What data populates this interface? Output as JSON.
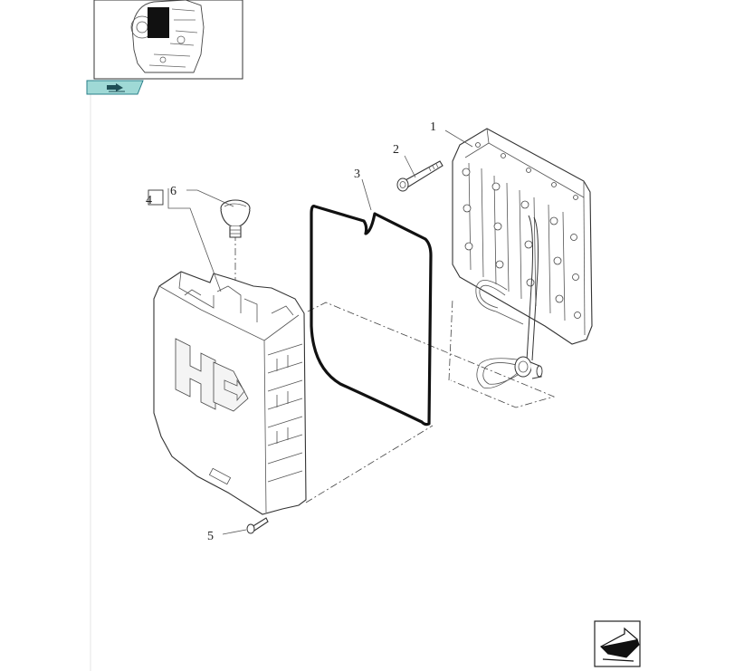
{
  "diagram": {
    "callouts": [
      {
        "id": "1",
        "label": "1"
      },
      {
        "id": "2",
        "label": "2"
      },
      {
        "id": "3",
        "label": "3"
      },
      {
        "id": "4",
        "label": "4"
      },
      {
        "id": "5",
        "label": "5"
      },
      {
        "id": "6",
        "label": "6"
      }
    ]
  },
  "icons": {
    "thumbnail_tab": "forward-arrow-icon",
    "navigation": "next-page-arrow-icon"
  },
  "colors": {
    "tab_fill": "#9fd9d6",
    "tab_stroke": "#2a7f8a",
    "line": "#333333"
  }
}
